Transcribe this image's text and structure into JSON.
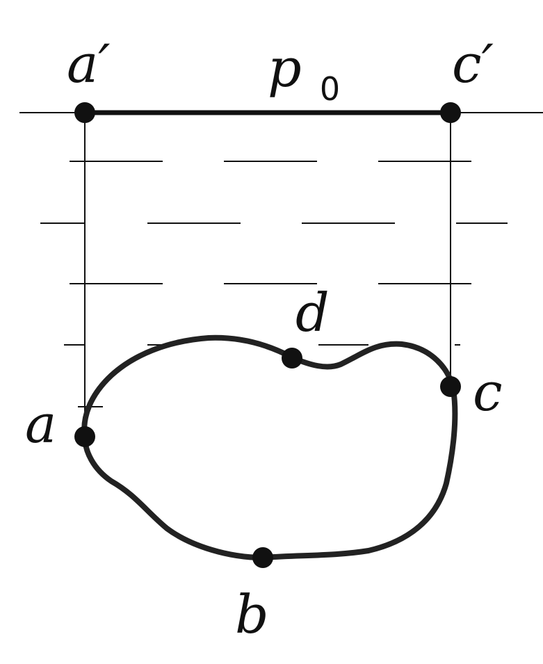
{
  "labels": {
    "a_prime": "a′",
    "c_prime": "c′",
    "p0_base": "p",
    "p0_sub": "0",
    "a": "a",
    "b": "b",
    "c": "c",
    "d": "d"
  },
  "colors": {
    "ink": "#111111",
    "background": "#ffffff"
  }
}
